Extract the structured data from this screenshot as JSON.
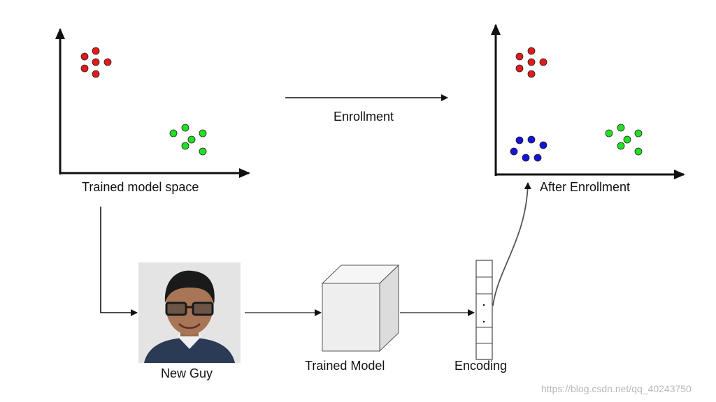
{
  "labels": {
    "trained_space": "Trained model space",
    "enrollment": "Enrollment",
    "after_enrollment": "After Enrollment",
    "new_guy": "New Guy",
    "trained_model": "Trained Model",
    "encoding": "Encoding"
  },
  "watermark": "https://blog.csdn.net/qq_40243750",
  "colors": {
    "red": "#e21a1a",
    "green": "#22e022",
    "blue": "#1414d8",
    "line": "#111111",
    "cube": "#eeeeee"
  }
}
